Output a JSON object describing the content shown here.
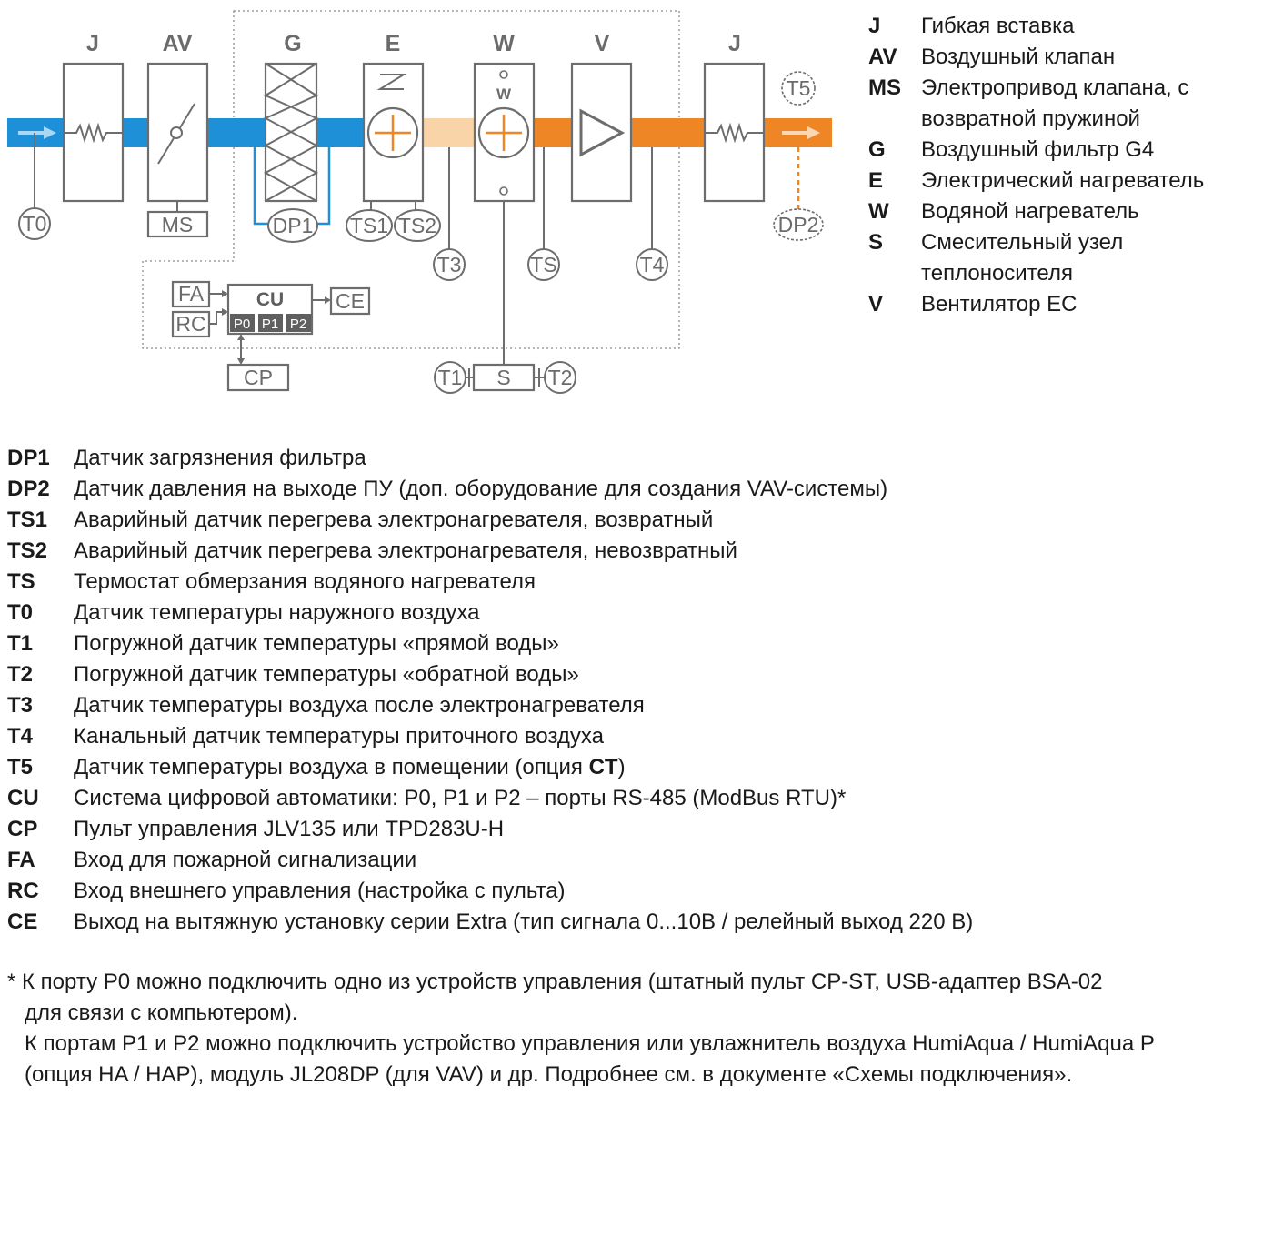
{
  "diagram": {
    "headers": {
      "j1": "J",
      "av": "AV",
      "g": "G",
      "e": "E",
      "w": "W",
      "v": "V",
      "j2": "J"
    },
    "sensors": {
      "t0": "T0",
      "ms": "MS",
      "dp1": "DP1",
      "ts1": "TS1",
      "ts2": "TS2",
      "t3": "T3",
      "ts": "TS",
      "t4": "T4",
      "t5": "T5",
      "dp2": "DP2",
      "t1": "T1",
      "s": "S",
      "t2": "T2",
      "w_small": "W"
    },
    "controller": {
      "fa": "FA",
      "rc": "RC",
      "cu": "CU",
      "p0": "P0",
      "p1": "P1",
      "p2": "P2",
      "ce": "CE",
      "cp": "CP"
    },
    "colors": {
      "cold_air": "#1e90d8",
      "warm_air_light": "#f9d4a8",
      "warm_air": "#ee8626",
      "stroke": "#6d6d6d"
    }
  },
  "legend_top": [
    {
      "code": "J",
      "desc": "Гибкая вставка"
    },
    {
      "code": "AV",
      "desc": "Воздушный клапан"
    },
    {
      "code": "MS",
      "desc": "Электропривод клапана, с возвратной пружиной"
    },
    {
      "code": "G",
      "desc": "Воздушный фильтр G4"
    },
    {
      "code": "E",
      "desc": "Электрический нагреватель"
    },
    {
      "code": "W",
      "desc": "Водяной нагреватель"
    },
    {
      "code": "S",
      "desc": "Смесительный узел теплоносителя"
    },
    {
      "code": "V",
      "desc": "Вентилятор EC"
    }
  ],
  "legend_bottom": [
    {
      "code": "DP1",
      "desc": "Датчик загрязнения фильтра"
    },
    {
      "code": "DP2",
      "desc": "Датчик давления на выходе ПУ (доп. оборудование для создания VAV-системы)"
    },
    {
      "code": "TS1",
      "desc": "Аварийный датчик перегрева электронагревателя, возвратный"
    },
    {
      "code": "TS2",
      "desc": "Аварийный датчик перегрева электронагревателя, невозвратный"
    },
    {
      "code": "TS",
      "desc": "Термостат обмерзания водяного нагревателя"
    },
    {
      "code": "T0",
      "desc": "Датчик температуры наружного воздуха"
    },
    {
      "code": "T1",
      "desc": "Погружной датчик температуры «прямой воды»"
    },
    {
      "code": "T2",
      "desc": "Погружной датчик температуры «обратной воды»"
    },
    {
      "code": "T3",
      "desc": "Датчик температуры воздуха после электронагревателя"
    },
    {
      "code": "T4",
      "desc": "Канальный датчик температуры приточного воздуха"
    },
    {
      "code": "T5",
      "desc": "Датчик температуры воздуха в помещении (опция ",
      "desc_bold": "CT",
      "desc_end": ")"
    },
    {
      "code": "CU",
      "desc": "Система цифровой автоматики: P0, P1 и P2 – порты RS-485 (ModBus RTU)*"
    },
    {
      "code": "CP",
      "desc": "Пульт управления JLV135 или TPD283U-H"
    },
    {
      "code": "FA",
      "desc": "Вход для пожарной сигнализации"
    },
    {
      "code": "RC",
      "desc": "Вход внешнего управления (настройка с пульта)"
    },
    {
      "code": "CE",
      "desc": "Выход на вытяжную установку серии Extra (тип сигнала 0...10В / релейный выход 220 В)"
    }
  ],
  "footnote": {
    "line1": "* К порту P0 можно подключить одно из устройств управления (штатный пульт CP-ST, USB-адаптер BSA-02",
    "line2": "для связи с компьютером).",
    "line3": "К портам P1 и P2 можно подключить устройство управления или увлажнитель воздуха HumiAqua /  HumiAqua P",
    "line4": "(опция HA / HAP), модуль JL208DP (для VAV) и др. Подробнее см. в документе «Схемы подключения»."
  }
}
